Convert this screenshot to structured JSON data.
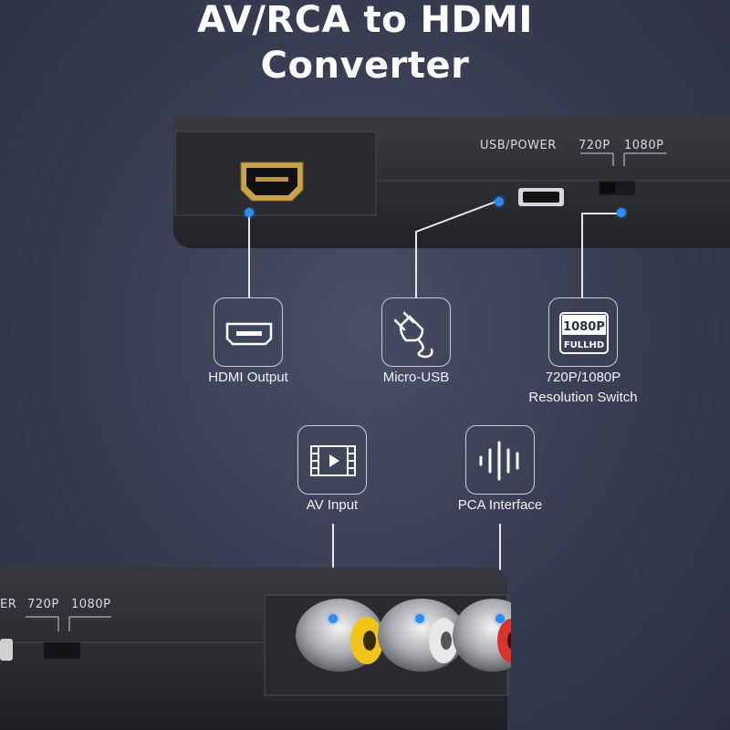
{
  "title": {
    "line1": "AV/RCA to HDMI",
    "line2": "Converter"
  },
  "device_top": {
    "print_usb": "USB/POWER",
    "print_720": "720P",
    "print_1080": "1080P"
  },
  "device_bottom": {
    "print_usb": "ER",
    "print_720": "720P",
    "print_1080": "1080P"
  },
  "features": [
    {
      "label": "HDMI Output",
      "icon": "hdmi-port-icon"
    },
    {
      "label": "Micro-USB",
      "icon": "plug-icon"
    },
    {
      "label_line1": "720P/1080P",
      "label_line2": "Resolution Switch",
      "icon": "fullhd-badge-icon",
      "badge_top": "1080P",
      "badge_bottom": "FULLHD"
    },
    {
      "label": "AV Input",
      "icon": "video-file-icon"
    },
    {
      "label": "PCA Interface",
      "icon": "audio-wave-icon"
    }
  ],
  "colors": {
    "accent_dot": "#2d8cf0",
    "rca_yellow": "#f0c419",
    "rca_white": "#e8e8e8",
    "rca_red": "#d9342b",
    "hdmi_gold": "#c9a24a"
  }
}
